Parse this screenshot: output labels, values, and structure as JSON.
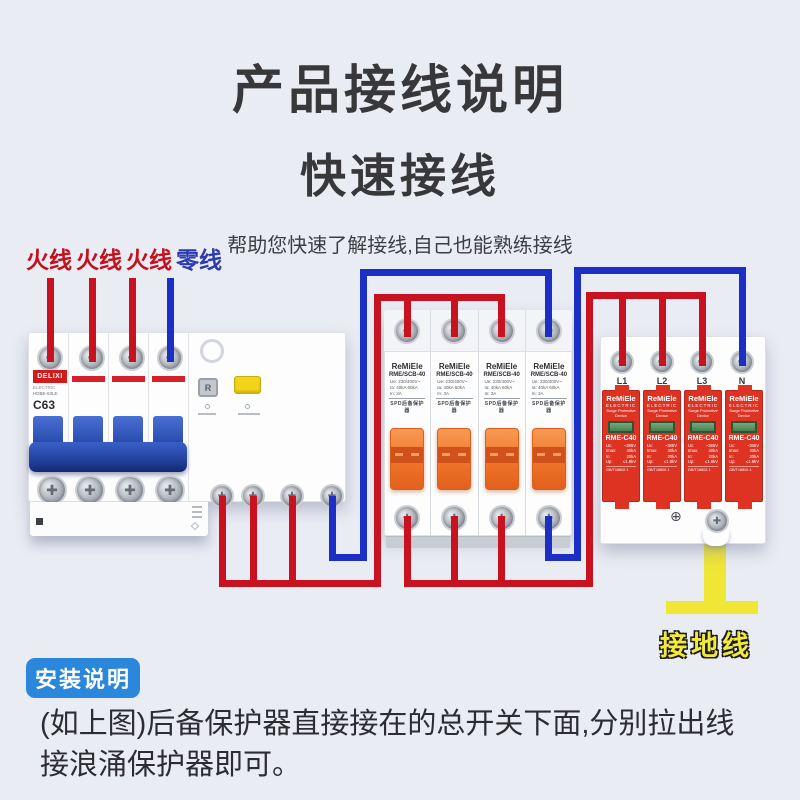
{
  "header": {
    "title": "产品接线说明",
    "subtitle": "快速接线",
    "helper_text": "帮助您快速了解接线,自己也能熟练接线"
  },
  "wire_labels": {
    "live": "火线",
    "neutral": "零线"
  },
  "colors": {
    "background": "#eaecf4",
    "wire_red": "#c9121f",
    "wire_blue": "#1c2fc4",
    "wire_ground_yellow": "#efe636",
    "label_red": "#c3111e",
    "label_blue": "#2b3bb0",
    "badge_blue": "#2b87dc",
    "spd_module_red": "#de3222"
  },
  "main_breaker": {
    "brand": "DELIXI",
    "brand_sub": "ELECTRIC",
    "model": "HDBE-63LE",
    "rating": "C63",
    "reset_icon": "R"
  },
  "backup_protector": {
    "brand": "ReMiEle",
    "model": "RME/SCB-40",
    "spec_voltage": "Ue: 230/400V~",
    "spec_breaking": "Ia: 40kA 60kA",
    "spec_in": "In: 3A",
    "type_label": "SPD后备保护器"
  },
  "surge_protector": {
    "terminals": [
      "L1",
      "L2",
      "L3",
      "N"
    ],
    "module": {
      "brand": "ReMiEle",
      "line2": "ELECTRIC",
      "line3": "Surge Protective",
      "line4": "Device",
      "model": "RME-C40",
      "specs": [
        {
          "k": "Uc:",
          "v": "~385V"
        },
        {
          "k": "Imax:",
          "v": "40kA"
        },
        {
          "k": "In:",
          "v": "20kA"
        },
        {
          "k": "Up:",
          "v": "≤1.8kV"
        }
      ],
      "cert": "GB/T18802.1"
    },
    "ground_symbol": "⊕"
  },
  "ground": {
    "label": "接地线"
  },
  "install": {
    "badge": "安装说明",
    "line1": "(如上图)后备保护器直接接在的总开关下面,分别拉出线",
    "line2": "接浪涌保护器即可。"
  }
}
